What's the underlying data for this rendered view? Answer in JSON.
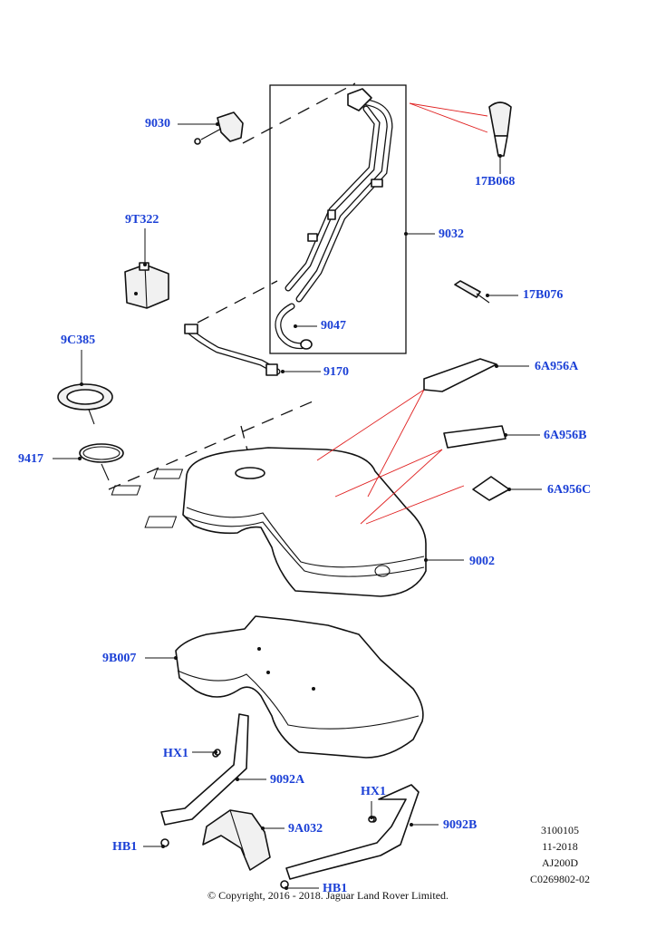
{
  "callouts": {
    "c9030": "9030",
    "c17B068": "17B068",
    "c9T322": "9T322",
    "c9032": "9032",
    "c17B076": "17B076",
    "c9047": "9047",
    "c9C385": "9C385",
    "c9170": "9170",
    "c6A956A": "6A956A",
    "c6A956B": "6A956B",
    "c6A956C": "6A956C",
    "c9417": "9417",
    "c9002": "9002",
    "c9B007": "9B007",
    "cHX1a": "HX1",
    "c9092A": "9092A",
    "cHX1b": "HX1",
    "c9092B": "9092B",
    "c9A032": "9A032",
    "cHB1a": "HB1",
    "cHB1b": "HB1"
  },
  "meta": {
    "line1": "3100105",
    "line2": "11-2018",
    "line3": "AJ200D",
    "line4": "C0269802-02"
  },
  "copyright": "© Copyright, 2016 - 2018. Jaguar Land Rover Limited.",
  "colors": {
    "callout": "#1a3fd6",
    "highlight": "#e02020",
    "line": "#111111"
  }
}
